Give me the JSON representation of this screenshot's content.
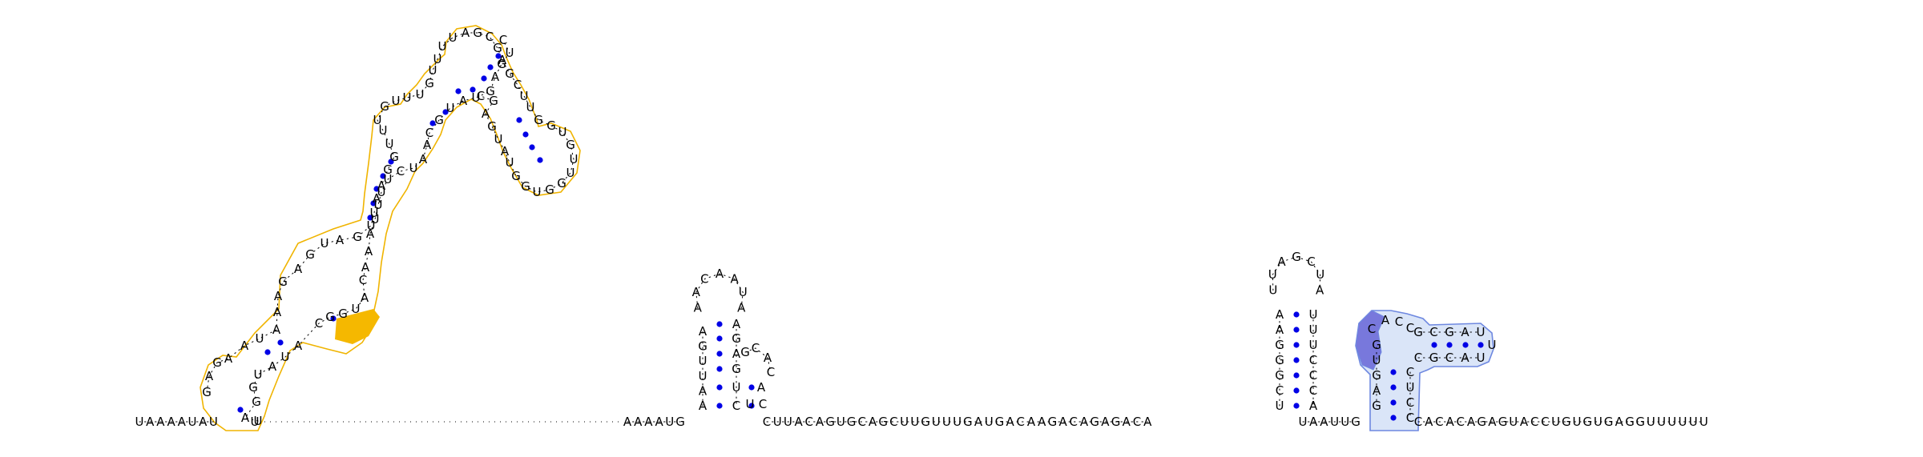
{
  "diagram": {
    "type": "rna-secondary-structure",
    "colors": {
      "nucleotide_text": "#000000",
      "base_pair_dot": "#0000e6",
      "highlight_orange_outline": "#f0b400",
      "highlight_orange_fill": "#f5b800",
      "highlight_blue_outline": "#6e88e0",
      "highlight_blue_fill": "#cedcf6",
      "highlight_blue_dark": "#7878dc"
    },
    "bottom_strand": {
      "left_prefix": "UAAAAUAU",
      "left_suffix": "U",
      "middle_start": "AAAAUG",
      "after_stem1": "CUUACAGUGCAGCUUGUUUGAUGACAAGACAGAGACA",
      "after_stem2": "UAAUUG",
      "tail": "CACACAGAGUACCUGUGUGAGGUUUUUU"
    },
    "stem1": {
      "left_side": "AAUUGA",
      "loop": "AACAAUA",
      "right_side": "AGAGUC",
      "bulge": "GCAC",
      "branch_right": "CUA"
    },
    "stem2": {
      "left_side": "UCGGGAA",
      "loop": "UUAGCUA",
      "right_side": "UUUCCCA"
    },
    "pseudoknot": {
      "left_side": "GAGUG",
      "loop_cap": "CAC",
      "right_side": "CUCC",
      "arm_top": "GCGAU",
      "arm_end": "U",
      "arm_bottom": "CGCAU"
    },
    "orange_domain": {
      "strand": "GAGAUAAUAAAAGAGUAGUUAAGGUUUGUUUUAGCGAGCUUGGUGUUGGUCGAUGAGAUUGAACACUGACAUAAUUUGAAGCCAUGGCUAGGCUUGGAUAGU"
    }
  }
}
